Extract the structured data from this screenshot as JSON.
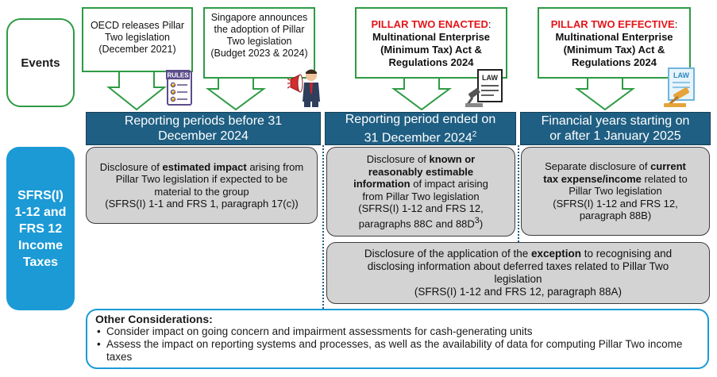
{
  "side": {
    "events": "Events",
    "sfrs": [
      "SFRS(I)",
      "1-12 and",
      "FRS 12",
      "Income",
      "Taxes"
    ]
  },
  "events": {
    "e1": {
      "line1": "OECD releases Pillar",
      "line2": "Two legislation",
      "line3": "(December 2021)"
    },
    "e2": {
      "line1": "Singapore announces",
      "line2": "the adoption of Pillar",
      "line3": "Two legislation",
      "line4": "(Budget 2023 & 2024)"
    },
    "e3": {
      "highlight": "PILLAR TWO ENACTED",
      "colon": ":",
      "line2": "Multinational Enterprise",
      "line3": "(Minimum Tax) Act &",
      "line4": "Regulations 2024"
    },
    "e4": {
      "highlight": "PILLAR TWO EFFECTIVE",
      "colon": ":",
      "line2": "Multinational Enterprise",
      "line3": "(Minimum Tax) Act &",
      "line4": "Regulations 2024"
    }
  },
  "icons": {
    "rules_label": "RULES",
    "law_label": "LAW"
  },
  "periods": {
    "p1": {
      "line1": "Reporting periods before 31",
      "line2": "December 2024"
    },
    "p2": {
      "line1": "Reporting period ended on",
      "line2": "31 December 2024",
      "sup": "2"
    },
    "p3": {
      "line1": "Financial years starting on",
      "line2": "or after 1 January 2025"
    }
  },
  "boxes": {
    "b1": {
      "pre": "Disclosure of ",
      "bold": "estimated impact",
      "post1": " arising from",
      "line2": "Pillar Two legislation if expected to be",
      "line3": "material to the group",
      "line4": "(SFRS(I) 1-1 and FRS 1, paragraph 17(c))"
    },
    "b2": {
      "pre": "Disclosure of ",
      "bold1": "known or",
      "bold2": "reasonably estimable",
      "bold3": "information",
      "post1": " of impact arising",
      "line4": "from Pillar Two legislation",
      "line5": "(SFRS(I) 1-12 and FRS 12,",
      "line6": "paragraphs 88C and 88D",
      "sup6": "3",
      "close6": ")"
    },
    "b3": {
      "pre": "Separate disclosure of ",
      "bold1": "current",
      "bold2": "tax expense/income",
      "post2": " related to",
      "line3": "Pillar Two legislation",
      "line4": "(SFRS(I) 1-12 and FRS 12,",
      "line5": "paragraph 88B)"
    },
    "b4": {
      "pre": "Disclosure of the application of the ",
      "bold": "exception",
      "post1": " to recognising and",
      "line2": "disclosing information about deferred taxes related to Pillar Two",
      "line3": "legislation",
      "line4": "(SFRS(I) 1-12 and FRS 12, paragraph 88A)"
    }
  },
  "other": {
    "title": "Other Considerations:",
    "items": [
      "Consider impact on going concern and impairment assessments for cash-generating units",
      "Assess the impact on reporting systems and processes, as well as the availability of data for computing Pillar Two income taxes"
    ]
  },
  "colors": {
    "green": "#2e9b45",
    "blue_side": "#1b9ad6",
    "navy_period": "#1f5f83",
    "red_highlight": "#e3151a",
    "grey_box": "#d3d3d3"
  }
}
